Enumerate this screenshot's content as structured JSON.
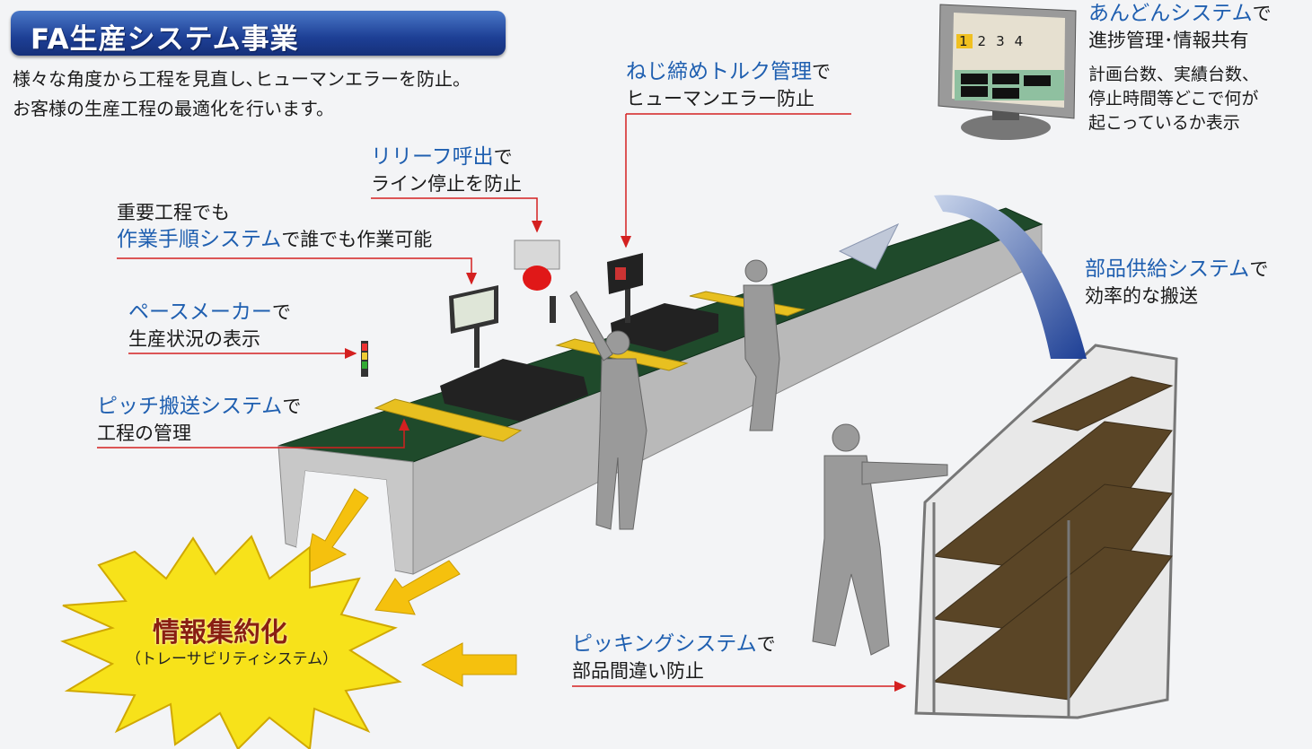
{
  "header": {
    "title": "FA生産システム事業"
  },
  "intro": {
    "line1": "様々な角度から工程を見直し､ヒューマンエラーを防止。",
    "line2": "お客様の生産工程の最適化を行います。"
  },
  "callouts": {
    "relief": {
      "highlight": "リリーフ呼出",
      "suffix": "で",
      "line2": "ライン停止を防止"
    },
    "torque": {
      "highlight": "ねじ締めトルク管理",
      "suffix": "で",
      "line2": "ヒューマンエラー防止"
    },
    "procedure": {
      "line0": "重要工程でも",
      "highlight": "作業手順システム",
      "suffix": "で誰でも作業可能"
    },
    "pacemaker": {
      "highlight": "ペースメーカー",
      "suffix": "で",
      "line2": "生産状況の表示"
    },
    "pitch": {
      "highlight": "ピッチ搬送システム",
      "suffix": "で",
      "line2": "工程の管理"
    },
    "parts_supply": {
      "highlight": "部品供給システム",
      "suffix": "で",
      "line2": "効率的な搬送"
    },
    "picking": {
      "highlight": "ピッキングシステム",
      "suffix": "で",
      "line2": "部品間違い防止"
    },
    "andon": {
      "highlight": "あんどんシステム",
      "suffix": "で",
      "line2": "進捗管理･情報共有",
      "desc1": "計画台数、実績台数、",
      "desc2": "停止時間等どこで何が",
      "desc3": "起こっているか表示"
    }
  },
  "andon_monitor": {
    "stations": [
      "1",
      "2",
      "3",
      "4"
    ]
  },
  "burst": {
    "title": "情報集約化",
    "subtitle": "（トレーサビリティシステム）"
  },
  "colors": {
    "accent_blue": "#1f5fb0",
    "banner_blue": "#1d3f95",
    "arrow_red": "#d42020",
    "burst_yellow": "#f7e21a",
    "belt_green": "#1e4a2a",
    "pallet_yellow": "#e8c020"
  }
}
